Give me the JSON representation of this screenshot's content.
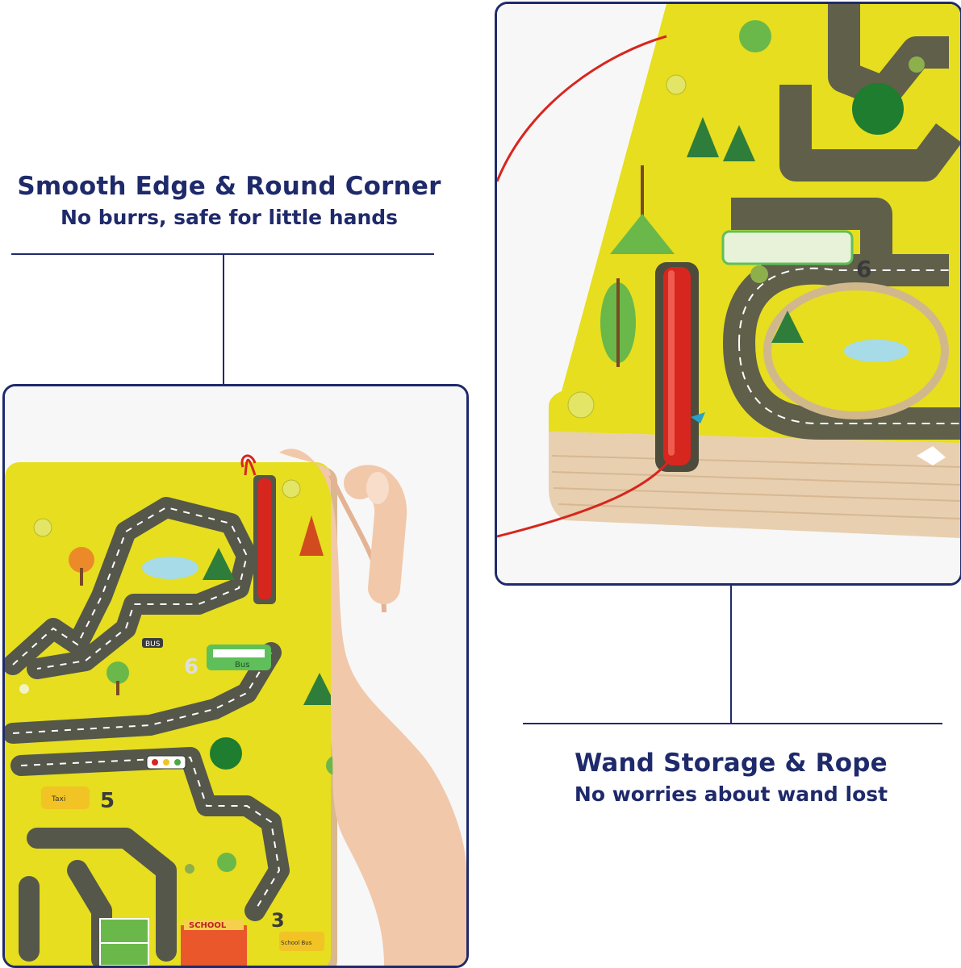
{
  "left_callout": {
    "title": "Smooth Edge & Round Corner",
    "subtitle": "No burrs, safe for little hands"
  },
  "right_callout": {
    "title": "Wand Storage & Rope",
    "subtitle": "No worries about wand lost"
  },
  "board_labels": {
    "bus_sign": "BUS",
    "bus_text": "Bus",
    "taxi_text": "Taxi",
    "school_sign": "SCHOOL",
    "school_bus_text": "School Bus",
    "num_six": "6",
    "num_five": "5",
    "num_three": "3"
  },
  "colors": {
    "navy": "#1f2a6b",
    "board_yellow": "#e6de1f",
    "road_gray": "#55574a",
    "wand_red": "#d7261e",
    "wood": "#e8cfb0"
  }
}
